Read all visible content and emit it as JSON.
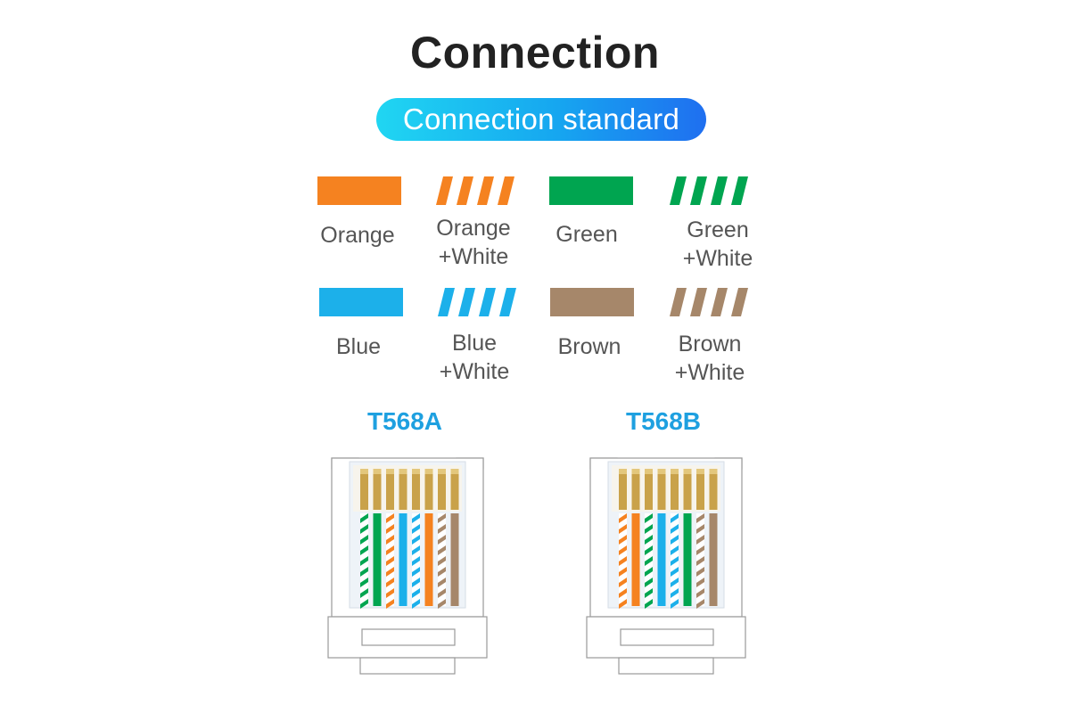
{
  "header": {
    "title": "Connection",
    "subtitle": "Connection standard"
  },
  "colors": {
    "orange": "#f58220",
    "green": "#00a550",
    "blue": "#1cb0ea",
    "brown": "#a6876a",
    "accent": "#1ea0e0"
  },
  "legend": {
    "items": [
      {
        "label_line1": "Orange",
        "label_line2": "",
        "color": "#f58220",
        "striped": false
      },
      {
        "label_line1": "Orange",
        "label_line2": "+White",
        "color": "#f58220",
        "striped": true
      },
      {
        "label_line1": "Green",
        "label_line2": "",
        "color": "#00a550",
        "striped": false
      },
      {
        "label_line1": "Green",
        "label_line2": "+White",
        "color": "#00a550",
        "striped": true
      },
      {
        "label_line1": "Blue",
        "label_line2": "",
        "color": "#1cb0ea",
        "striped": false
      },
      {
        "label_line1": "Blue",
        "label_line2": "+White",
        "color": "#1cb0ea",
        "striped": true
      },
      {
        "label_line1": "Brown",
        "label_line2": "",
        "color": "#a6876a",
        "striped": false
      },
      {
        "label_line1": "Brown",
        "label_line2": "+White",
        "color": "#a6876a",
        "striped": true
      }
    ]
  },
  "standards": [
    {
      "name": "T568A",
      "wires": [
        {
          "color": "#00a550",
          "striped": true
        },
        {
          "color": "#00a550",
          "striped": false
        },
        {
          "color": "#f58220",
          "striped": true
        },
        {
          "color": "#1cb0ea",
          "striped": false
        },
        {
          "color": "#1cb0ea",
          "striped": true
        },
        {
          "color": "#f58220",
          "striped": false
        },
        {
          "color": "#a6876a",
          "striped": true
        },
        {
          "color": "#a6876a",
          "striped": false
        }
      ]
    },
    {
      "name": "T568B",
      "wires": [
        {
          "color": "#f58220",
          "striped": true
        },
        {
          "color": "#f58220",
          "striped": false
        },
        {
          "color": "#00a550",
          "striped": true
        },
        {
          "color": "#1cb0ea",
          "striped": false
        },
        {
          "color": "#1cb0ea",
          "striped": true
        },
        {
          "color": "#00a550",
          "striped": false
        },
        {
          "color": "#a6876a",
          "striped": true
        },
        {
          "color": "#a6876a",
          "striped": false
        }
      ]
    }
  ]
}
